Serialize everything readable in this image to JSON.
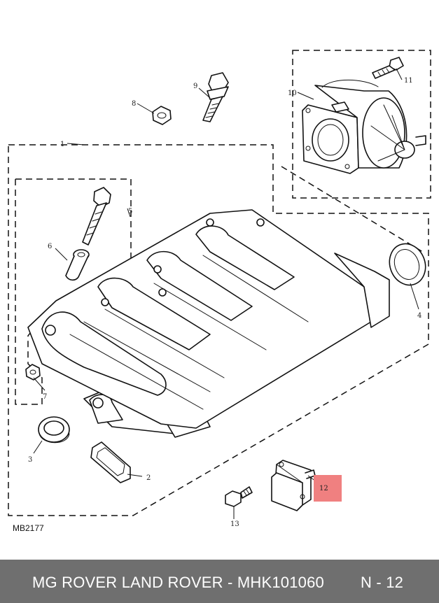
{
  "diagram": {
    "drawing_code": "MB2177",
    "callouts": [
      "1",
      "2",
      "3",
      "4",
      "5",
      "6",
      "7",
      "8",
      "9",
      "10",
      "11",
      "12",
      "13"
    ],
    "highlight": {
      "callout": "12",
      "color": "#f08080"
    }
  },
  "footer": {
    "brand_part": "MG ROVER LAND ROVER - MHK101060",
    "page_ref": "N - 12",
    "background": "#6f6f6f"
  }
}
